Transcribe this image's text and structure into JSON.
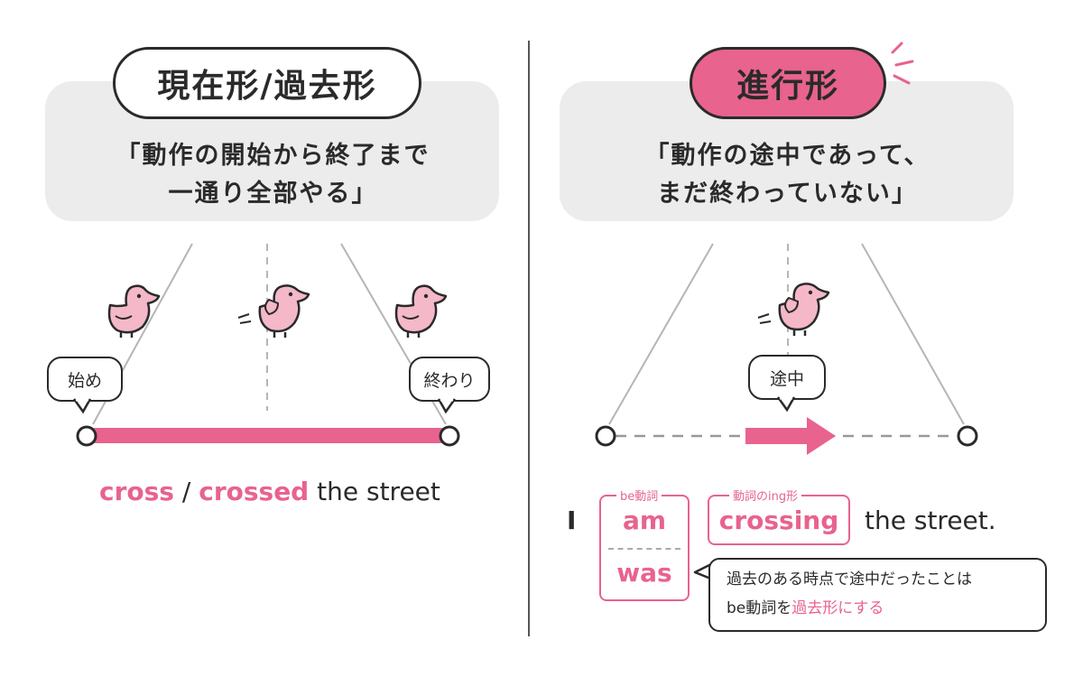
{
  "left": {
    "title": "現在形/過去形",
    "quote_line1": "「動作の開始から終了まで",
    "quote_line2": "一通り全部やる」",
    "start_label": "始め",
    "end_label": "終わり",
    "sentence": {
      "word1": "cross",
      "slash": " / ",
      "word2": "crossed",
      "rest": " the street"
    }
  },
  "right": {
    "title": "進行形",
    "quote_line1": "「動作の途中であって、",
    "quote_line2": "まだ終わっていない」",
    "middle_label": "途中",
    "sentence": {
      "subject": "I",
      "be_tag": "be動詞",
      "am": "am",
      "was": "was",
      "ing_tag": "動詞のing形",
      "ing_word": "crossing",
      "rest": "the street."
    },
    "note": {
      "line1": "過去のある時点で途中だったことは",
      "line2_a": "be動詞を",
      "line2_b": "過去形にする"
    }
  },
  "colors": {
    "accent_pink": "#e8638e",
    "bird_pink": "#f4b8c8",
    "panel_gray": "#ececec",
    "ink": "#2a2a2a"
  },
  "icons": [
    "bird-icon",
    "hop-lines-icon",
    "emphasis-lines-icon"
  ]
}
